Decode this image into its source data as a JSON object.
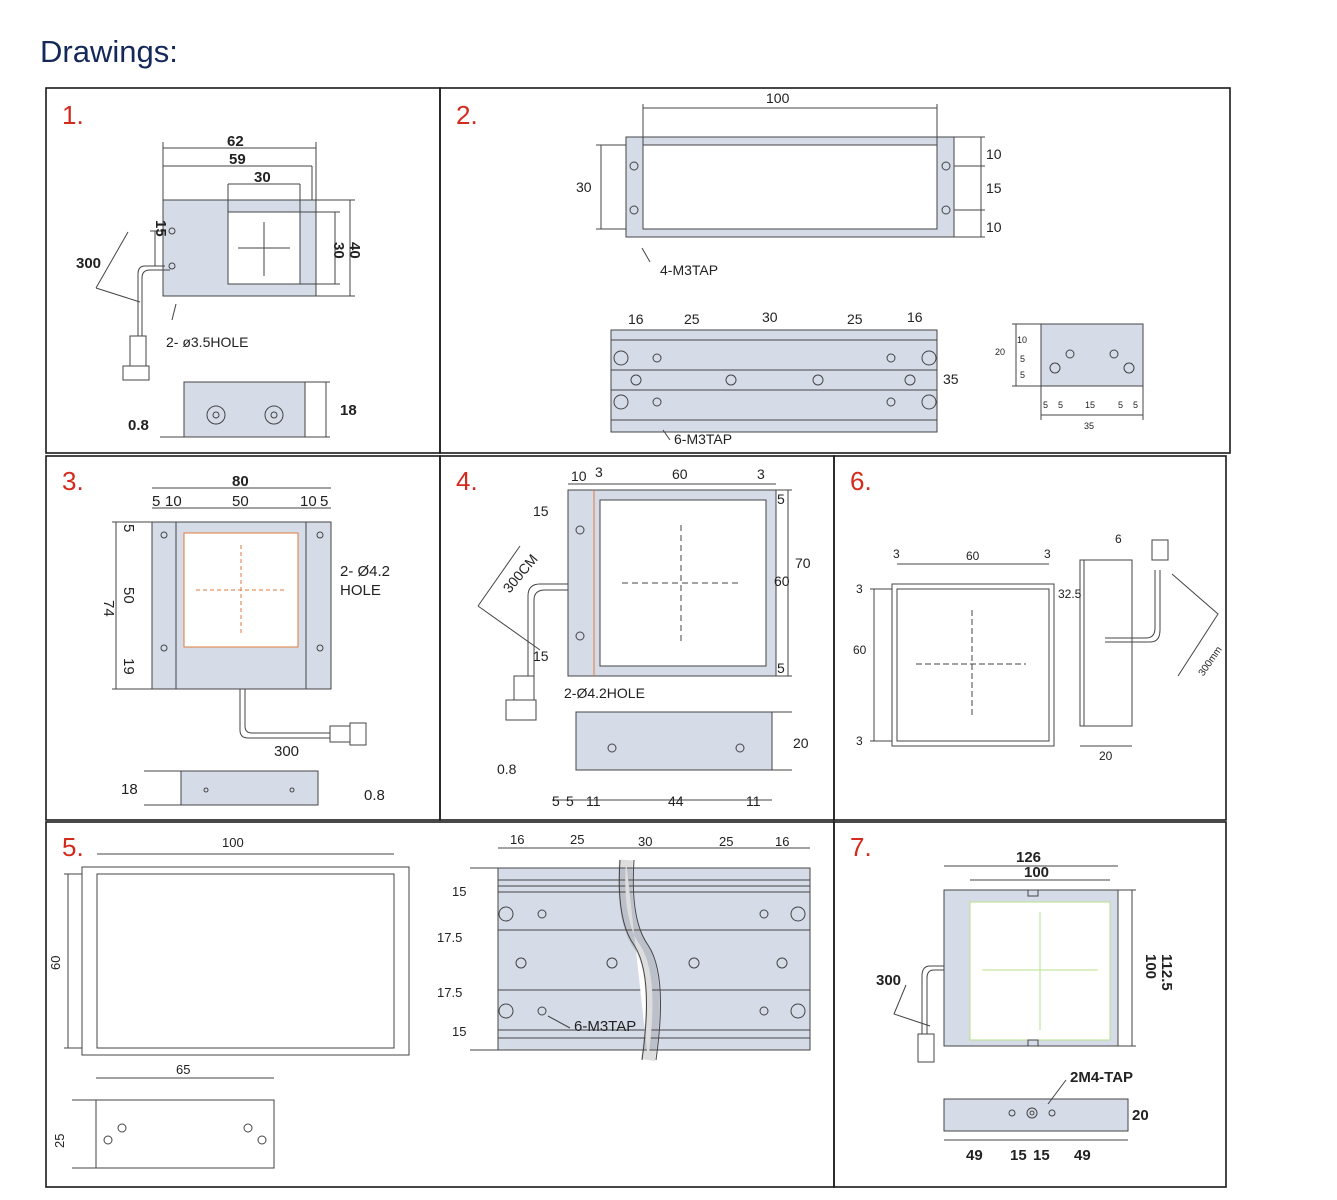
{
  "page": {
    "title": "Drawings:"
  },
  "panels": [
    {
      "num": "1.",
      "dims": [
        "62",
        "59",
        "30",
        "15",
        "300",
        "30",
        "40",
        "18",
        "0.8"
      ],
      "note": "2- ø3.5HOLE"
    },
    {
      "num": "2.",
      "dims": [
        "100",
        "30",
        "10",
        "15",
        "10",
        "16",
        "25",
        "30",
        "25",
        "16",
        "35",
        "10",
        "20",
        "5",
        "5",
        "5",
        "5",
        "15",
        "5",
        "5",
        "35"
      ],
      "notes": [
        "4-M3TAP",
        "6-M3TAP"
      ]
    },
    {
      "num": "3.",
      "dims": [
        "80",
        "5",
        "10",
        "50",
        "10",
        "5",
        "5",
        "50",
        "74",
        "19",
        "300",
        "18",
        "0.8"
      ],
      "note": "2- Ø4.2",
      "note2": "HOLE"
    },
    {
      "num": "4.",
      "dims": [
        "10",
        "3",
        "60",
        "3",
        "15",
        "15",
        "5",
        "5",
        "70",
        "60",
        "300CM",
        "20",
        "0.8",
        "5",
        "5",
        "11",
        "44",
        "11"
      ],
      "note": "2-Ø4.2HOLE"
    },
    {
      "num": "6.",
      "dims": [
        "3",
        "60",
        "3",
        "3",
        "60",
        "3",
        "6",
        "32.5",
        "300mm",
        "20"
      ]
    },
    {
      "num": "5.",
      "dims": [
        "100",
        "60",
        "65",
        "25",
        "16",
        "25",
        "30",
        "25",
        "16",
        "15",
        "17.5",
        "17.5",
        "15"
      ],
      "note": "6-M3TAP"
    },
    {
      "num": "7.",
      "dims": [
        "126",
        "100",
        "300",
        "100",
        "112.5",
        "20",
        "49",
        "15",
        "15",
        "49"
      ],
      "note": "2M4-TAP"
    }
  ],
  "colors": {
    "frame": "#1a1a1a",
    "ink": "#444444",
    "fill": "#d6dbe8",
    "num": "#d42a1c",
    "title": "#14285a",
    "orange": "#e07a3c",
    "green": "#b9e08c"
  }
}
